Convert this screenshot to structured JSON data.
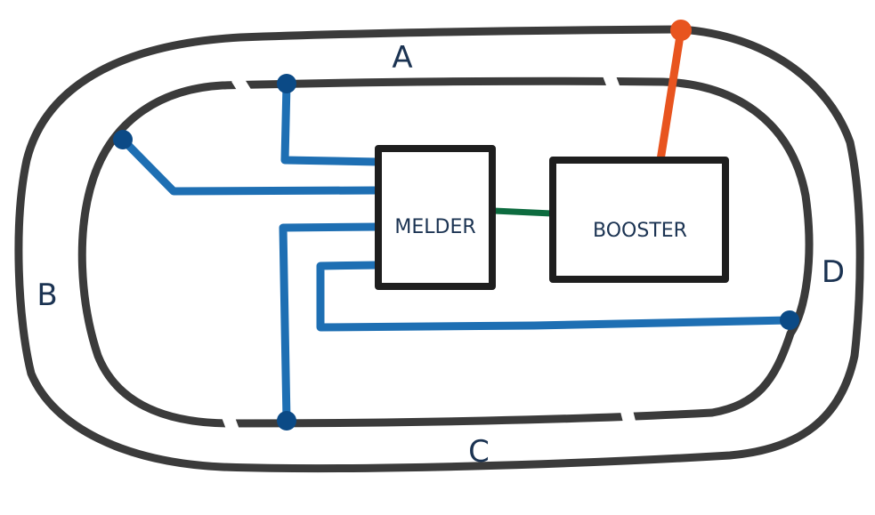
{
  "diagram": {
    "title": "",
    "tracks": {
      "outer": "outer-loop",
      "inner": "inner-loop"
    },
    "section_labels": {
      "A": "A",
      "B": "B",
      "C": "C",
      "D": "D"
    },
    "boxes": {
      "melder": "MELDER",
      "booster": "BOOSTER"
    },
    "connections": [
      {
        "from": "MELDER",
        "to": "inner track (top, section A)",
        "color": "blue"
      },
      {
        "from": "MELDER",
        "to": "inner track (left, section B)",
        "color": "blue"
      },
      {
        "from": "MELDER",
        "to": "inner track (bottom, section C)",
        "color": "blue"
      },
      {
        "from": "MELDER",
        "to": "inner track (right, section D)",
        "color": "blue"
      },
      {
        "from": "MELDER",
        "to": "BOOSTER",
        "color": "green"
      },
      {
        "from": "BOOSTER",
        "to": "outer track (top)",
        "color": "orange"
      }
    ],
    "colors": {
      "track": "#2a2a2a",
      "wire_blue": "#1e6fb3",
      "node_blue": "#0b4a86",
      "wire_green": "#0d6b3f",
      "wire_orange": "#e8541f",
      "text": "#1b3352"
    }
  }
}
